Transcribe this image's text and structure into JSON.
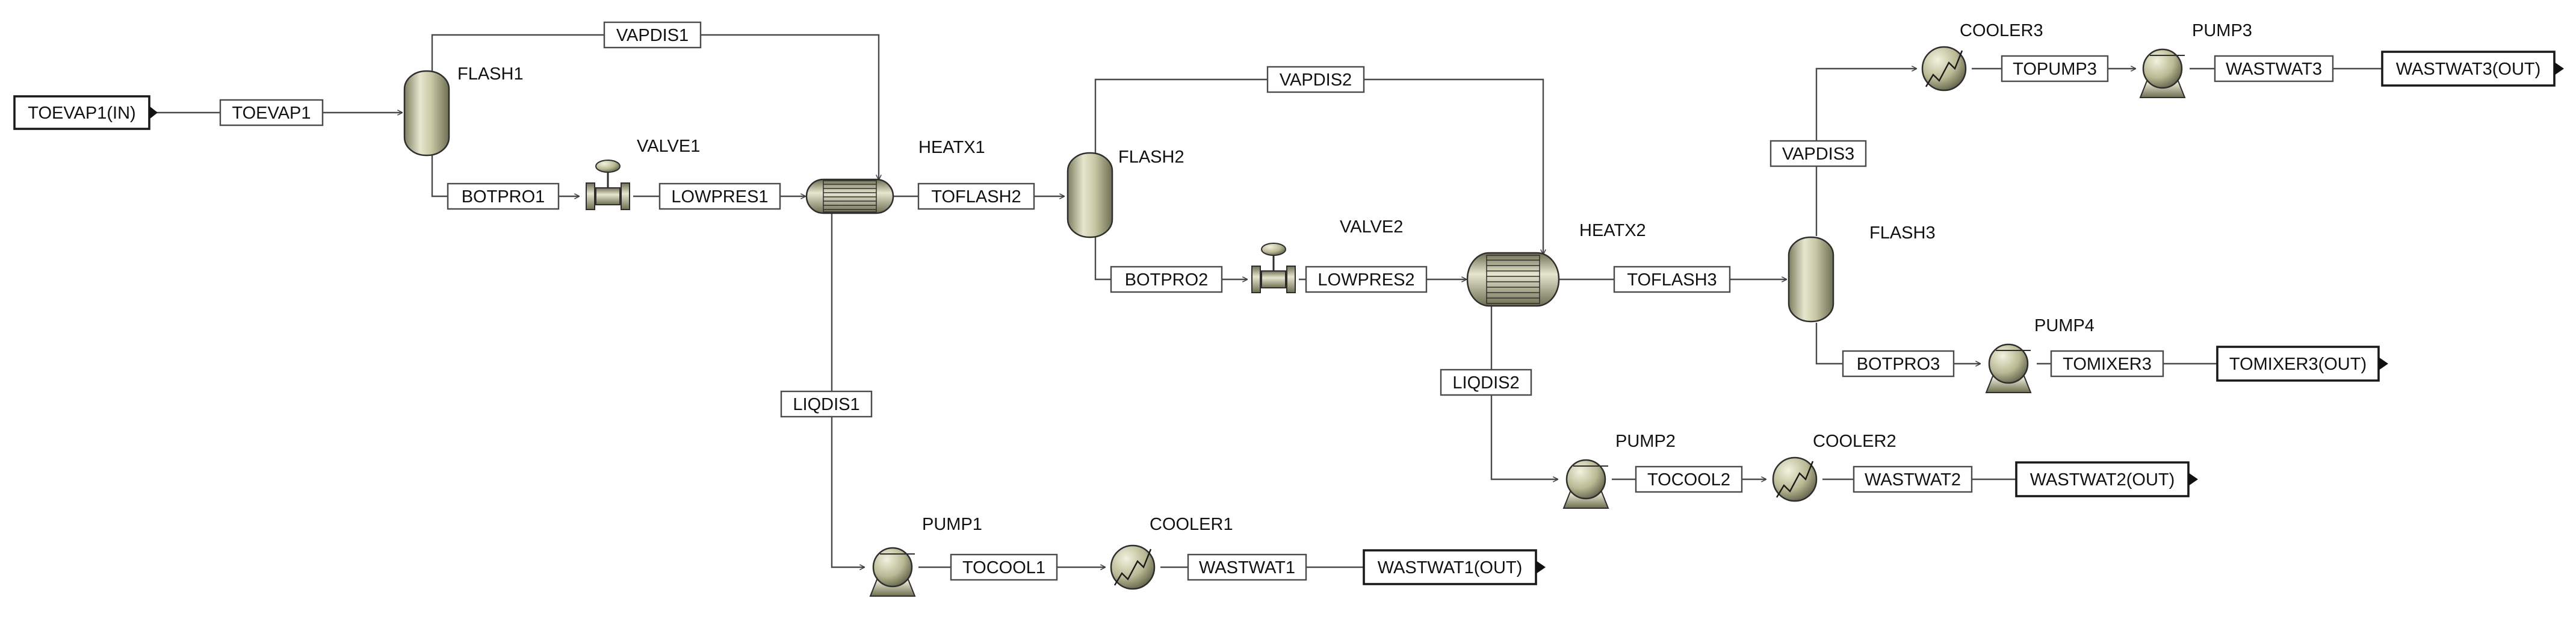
{
  "terminals": {
    "feed_in": "TOEVAP1(IN)",
    "wastwat1_out": "WASTWAT1(OUT)",
    "wastwat2_out": "WASTWAT2(OUT)",
    "wastwat3_out": "WASTWAT3(OUT)",
    "tomixer3_out": "TOMIXER3(OUT)"
  },
  "streams": {
    "toevap1": "TOEVAP1",
    "vapdis1": "VAPDIS1",
    "botpro1": "BOTPRO1",
    "lowpres1": "LOWPRES1",
    "toflash2": "TOFLASH2",
    "liqdis1": "LIQDIS1",
    "tocool1": "TOCOOL1",
    "wastwat1": "WASTWAT1",
    "vapdis2": "VAPDIS2",
    "botpro2": "BOTPRO2",
    "lowpres2": "LOWPRES2",
    "toflash3": "TOFLASH3",
    "liqdis2": "LIQDIS2",
    "tocool2": "TOCOOL2",
    "wastwat2": "WASTWAT2",
    "vapdis3": "VAPDIS3",
    "topump3": "TOPUMP3",
    "wastwat3": "WASTWAT3",
    "botpro3": "BOTPRO3",
    "tomixer3": "TOMIXER3"
  },
  "blocks": {
    "flash1": "FLASH1",
    "valve1": "VALVE1",
    "heatx1": "HEATX1",
    "flash2": "FLASH2",
    "valve2": "VALVE2",
    "heatx2": "HEATX2",
    "flash3": "FLASH3",
    "pump1": "PUMP1",
    "cooler1": "COOLER1",
    "pump2": "PUMP2",
    "cooler2": "COOLER2",
    "pump3": "PUMP3",
    "cooler3": "COOLER3",
    "pump4": "PUMP4"
  },
  "colors": {
    "line": "#4a4a4a",
    "equipment_fill": "#c9c9a6",
    "equipment_stroke": "#2e2e2e"
  }
}
